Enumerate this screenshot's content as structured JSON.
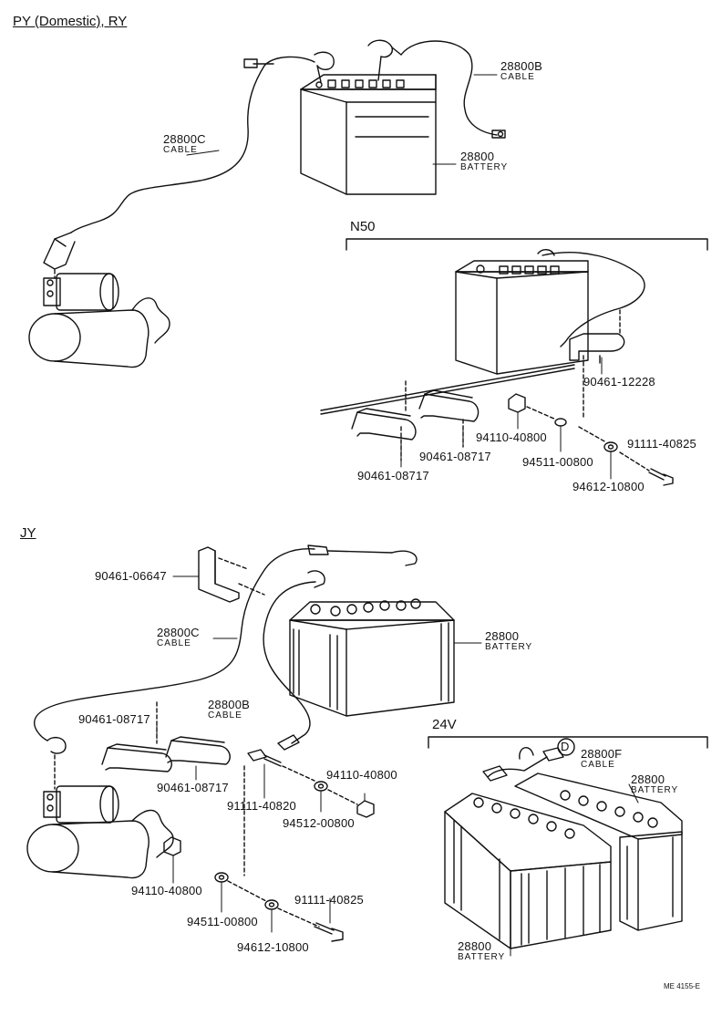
{
  "sections": {
    "top": "PY (Domestic), RY",
    "n50": "N50",
    "jy": "JY",
    "v24": "24V"
  },
  "callouts": {
    "cable_b_top": {
      "num": "28800B",
      "sub": "CABLE"
    },
    "cable_c_top": {
      "num": "28800C",
      "sub": "CABLE"
    },
    "battery_top": {
      "num": "28800",
      "sub": "BATTERY"
    },
    "n50_12228": "90461-12228",
    "n50_nut": "94110-40800",
    "n50_clamp2": "90461-08717",
    "n50_washer": "94511-00800",
    "n50_bolt": "91111-40825",
    "n50_clamp1": "90461-08717",
    "n50_plain": "94612-10800",
    "jy_bracket": "90461-06647",
    "jy_cable_c": {
      "num": "28800C",
      "sub": "CABLE"
    },
    "jy_battery": {
      "num": "28800",
      "sub": "BATTERY"
    },
    "jy_cable_b": {
      "num": "28800B",
      "sub": "CABLE"
    },
    "jy_clamp1": "90461-08717",
    "jy_clamp2": "90461-08717",
    "jy_bolt_top": "91111-40820",
    "jy_nut_top": "94110-40800",
    "jy_washer_top": "94512-00800",
    "jy_nut_left": "94110-40800",
    "jy_washer_mid": "94511-00800",
    "jy_bolt_bottom": "91111-40825",
    "jy_plain_bottom": "94612-10800",
    "v24_marker": "D",
    "v24_cable_f": {
      "num": "28800F",
      "sub": "CABLE"
    },
    "v24_battery_right": {
      "num": "28800",
      "sub": "BATTERY"
    },
    "v24_battery_left": {
      "num": "28800",
      "sub": "BATTERY"
    }
  },
  "footer_code": "ME 4155-E"
}
